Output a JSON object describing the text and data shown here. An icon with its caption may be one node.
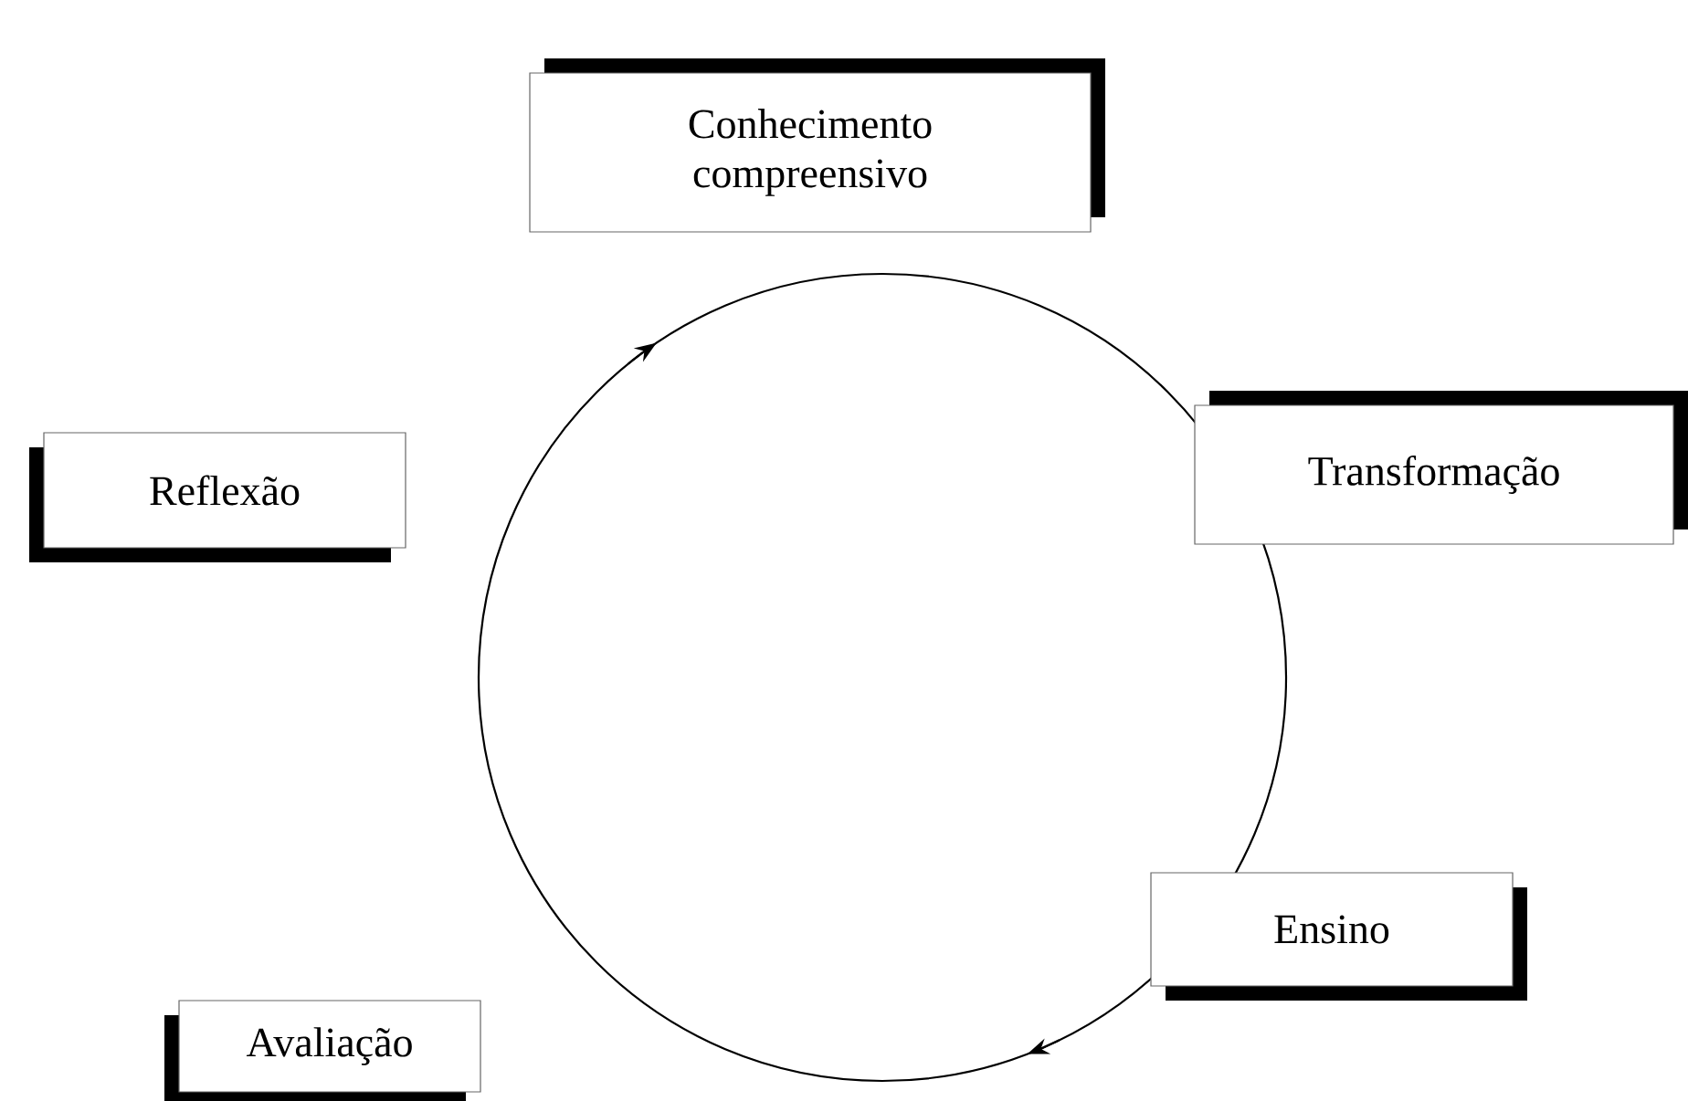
{
  "diagram": {
    "nodes": [
      {
        "text": [
          "Conhecimento compreensivo"
        ]
      },
      {
        "text": [
          "Transformação"
        ]
      },
      {
        "text": [
          "Ensino"
        ]
      },
      {
        "text": [
          "Avaliação"
        ]
      },
      {
        "text": [
          "Reflexão"
        ]
      }
    ]
  }
}
